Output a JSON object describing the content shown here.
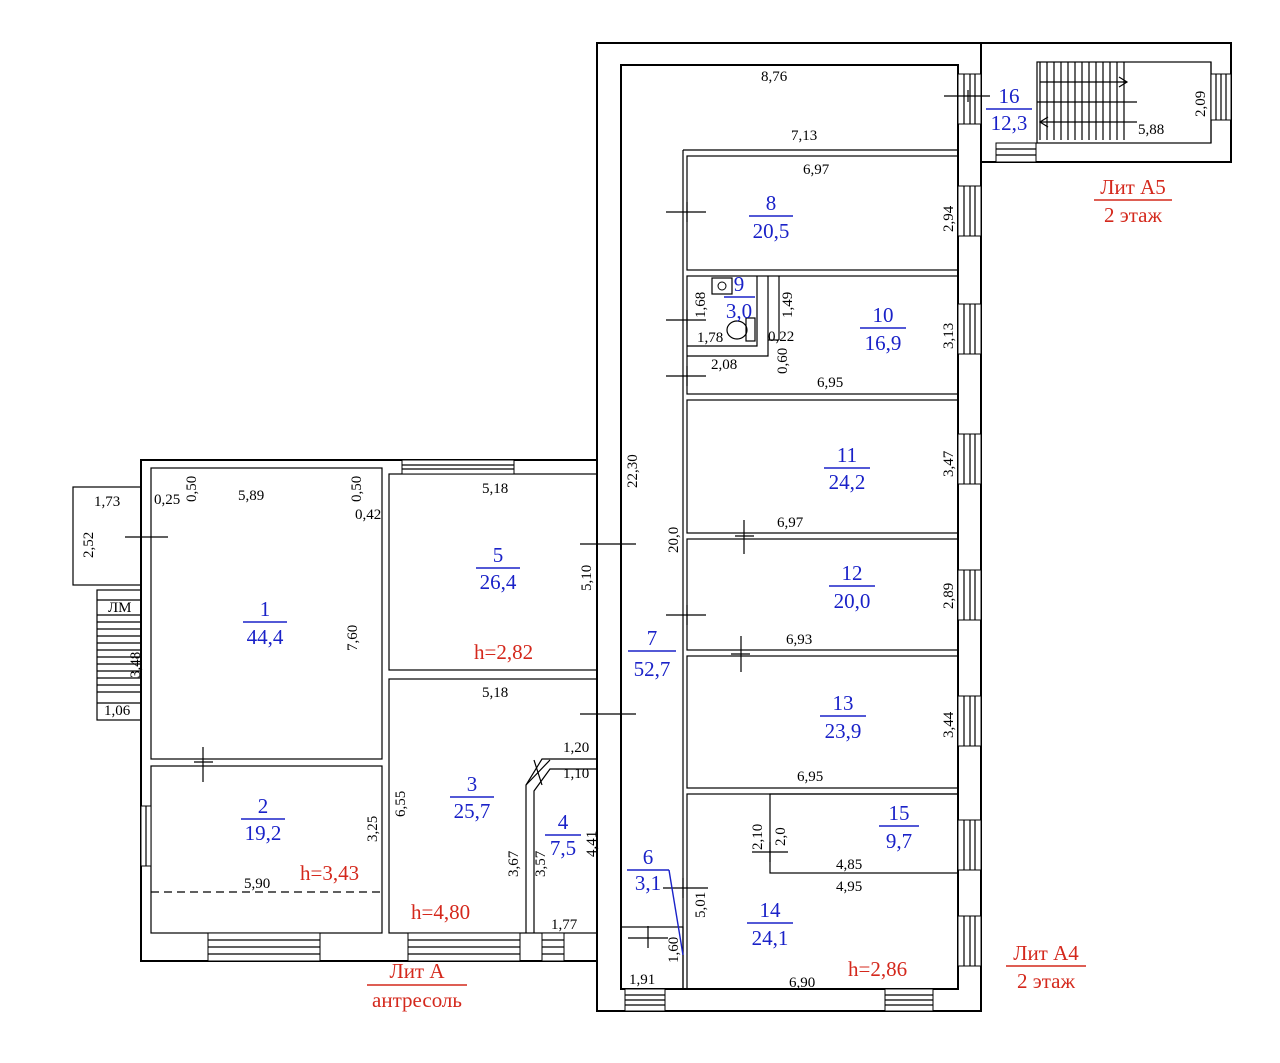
{
  "rooms": [
    {
      "num": "1",
      "area": "44,4"
    },
    {
      "num": "2",
      "area": "19,2"
    },
    {
      "num": "3",
      "area": "25,7"
    },
    {
      "num": "4",
      "area": "7,5"
    },
    {
      "num": "5",
      "area": "26,4"
    },
    {
      "num": "6",
      "area": "3,1"
    },
    {
      "num": "7",
      "area": "52,7"
    },
    {
      "num": "8",
      "area": "20,5"
    },
    {
      "num": "9",
      "area": "3,0"
    },
    {
      "num": "10",
      "area": "16,9"
    },
    {
      "num": "11",
      "area": "24,2"
    },
    {
      "num": "12",
      "area": "20,0"
    },
    {
      "num": "13",
      "area": "23,9"
    },
    {
      "num": "14",
      "area": "24,1"
    },
    {
      "num": "15",
      "area": "9,7"
    },
    {
      "num": "16",
      "area": "12,3"
    }
  ],
  "heights": {
    "room2": "h=3,43",
    "room3": "h=4,80",
    "room5": "h=2,82",
    "room14": "h=2,86"
  },
  "lit_labels": {
    "a": {
      "name": "Лит А",
      "level": "антресоль"
    },
    "a4": {
      "name": "Лит А4",
      "level": "2 этаж"
    },
    "a5": {
      "name": "Лит А5",
      "level": "2 этаж"
    }
  },
  "dims": {
    "d_8_76": "8,76",
    "d_7_13": "7,13",
    "d_6_97_top": "6,97",
    "d_2_94": "2,94",
    "d_1_68": "1,68",
    "d_1_49": "1,49",
    "d_1_78": "1,78",
    "d_0_22": "0,22",
    "d_0_60": "0,60",
    "d_2_08": "2,08",
    "d_6_95_a": "6,95",
    "d_3_13": "3,13",
    "d_3_47": "3,47",
    "d_6_97_b": "6,97",
    "d_2_89": "2,89",
    "d_6_93": "6,93",
    "d_3_44": "3,44",
    "d_6_95_b": "6,95",
    "d_2_10": "2,10",
    "d_2_0": "2,0",
    "d_4_85": "4,85",
    "d_4_95": "4,95",
    "d_5_01": "5,01",
    "d_6_90": "6,90",
    "d_1_91": "1,91",
    "d_1_60": "1,60",
    "d_22_30": "22,30",
    "d_20_0": "20,0",
    "d_2_09": "2,09",
    "d_5_88": "5,88",
    "d_1_73": "1,73",
    "d_2_52": "2,52",
    "d_lm": "ЛМ",
    "d_3_48": "3,48",
    "d_1_06": "1,06",
    "d_0_25": "0,25",
    "d_0_50_a": "0,50",
    "d_5_89": "5,89",
    "d_0_50_b": "0,50",
    "d_0_42": "0,42",
    "d_7_60": "7,60",
    "d_5_18_a": "5,18",
    "d_5_10": "5,10",
    "d_5_18_b": "5,18",
    "d_1_20": "1,20",
    "d_1_10": "1,10",
    "d_6_55": "6,55",
    "d_3_67": "3,67",
    "d_3_57": "3,57",
    "d_4_41": "4,41",
    "d_1_77": "1,77",
    "d_3_25": "3,25",
    "d_5_90": "5,90"
  }
}
